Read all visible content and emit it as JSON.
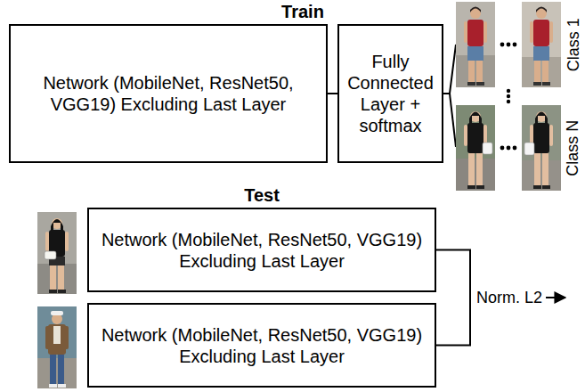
{
  "diagram": {
    "nodes": [
      {
        "text": [
          "Network (MobileNet, ResNet50, VGG19) Excluding Last Layer"
        ]
      },
      {
        "text": [
          "Fully Connected Layer + softmax"
        ]
      },
      {
        "text": [
          "Network (MobileNet, ResNet50, VGG19) Excluding Last Layer"
        ]
      },
      {
        "text": [
          "Network (MobileNet, ResNet50, VGG19) Excluding Last Layer"
        ]
      }
    ],
    "edges": [
      {
        "from": 0,
        "to": 1,
        "arrow": "none"
      },
      {
        "from": 2,
        "to": 3,
        "arrow": "none",
        "label": "Norm. L2"
      }
    ],
    "labels": [
      "Train",
      "Test",
      "Class 1",
      "Class N"
    ]
  }
}
